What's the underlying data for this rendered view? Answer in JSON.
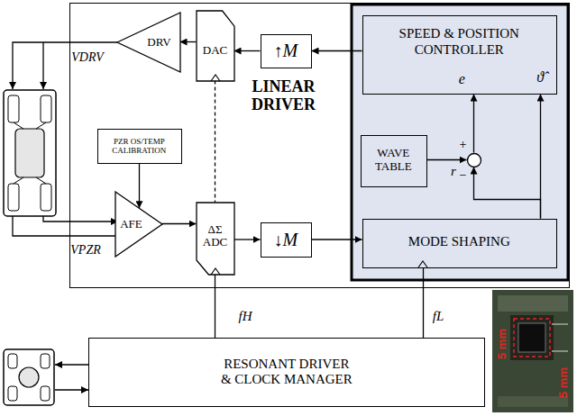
{
  "diagram": {
    "nodes": [
      {
        "text": [
          "LINEAR DRIVER"
        ]
      },
      {
        "text": [
          "DRV"
        ],
        "in": 0
      },
      {
        "text": [
          "DAC"
        ],
        "in": 0
      },
      {
        "text": [
          "↑M"
        ],
        "in": 0
      },
      {
        "text": [
          "SPEED & POSITION CONTROLLER",
          "e",
          "ϑ̂"
        ],
        "in": 0
      },
      {
        "text": [
          "WAVE TABLE"
        ],
        "in": 0
      },
      {
        "text": [
          "+",
          "−"
        ],
        "in": 0
      },
      {
        "text": [
          "MODE SHAPING"
        ],
        "in": 0
      },
      {
        "text": [
          "ΔΣ ADC"
        ],
        "in": 0
      },
      {
        "text": [
          "↓M"
        ],
        "in": 0
      },
      {
        "text": [
          "AFE"
        ],
        "in": 0
      },
      {
        "text": [
          "PZR OS/TEMP CALIBRATION"
        ],
        "in": 0
      },
      {
        "text": [
          "RESONANT DRIVER & CLOCK MANAGER"
        ]
      }
    ],
    "edges": [
      {
        "from": 4,
        "to": 3,
        "arrow": "to"
      },
      {
        "from": 3,
        "to": 2,
        "arrow": "to"
      },
      {
        "from": 2,
        "to": 1,
        "arrow": "to"
      },
      {
        "from": 11,
        "to": 10,
        "arrow": "to"
      },
      {
        "from": 10,
        "to": 8,
        "arrow": "to"
      },
      {
        "from": 8,
        "to": 9,
        "arrow": "to"
      },
      {
        "from": 9,
        "to": 7,
        "arrow": "to"
      },
      {
        "from": 7,
        "to": 6,
        "arrow": "to"
      },
      {
        "from": 7,
        "to": 4,
        "arrow": "to"
      },
      {
        "from": 5,
        "to": 6,
        "label": "r",
        "arrow": "to"
      },
      {
        "from": 6,
        "to": 4,
        "arrow": "to"
      },
      {
        "from": 2,
        "to": 8,
        "arrow": "none"
      },
      {
        "from": 12,
        "to": 8,
        "label": "fH",
        "arrow": "none"
      },
      {
        "from": 12,
        "to": 7,
        "label": "fL",
        "arrow": "none"
      }
    ],
    "labels": [
      "VDRV",
      "VPZR",
      "5 mm",
      "5 mm"
    ]
  }
}
